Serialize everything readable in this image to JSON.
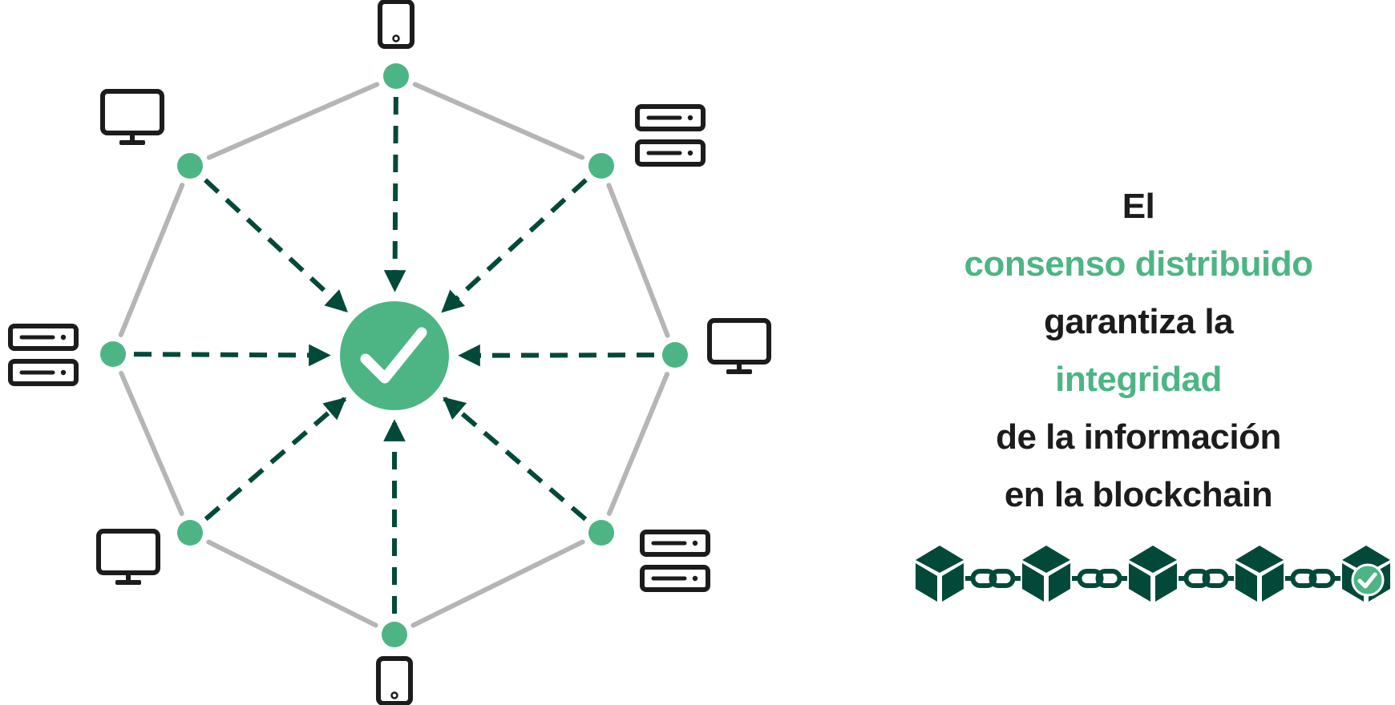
{
  "colors": {
    "green": "#4db584",
    "dark_green": "#03493a",
    "gray_edge": "#b5b5b5",
    "device": "#1c1c1c",
    "text_dark": "#1c1c1c"
  },
  "center": {
    "icon": "check-icon"
  },
  "nodes": [
    {
      "id": "top",
      "device": "phone"
    },
    {
      "id": "upper-right",
      "device": "server"
    },
    {
      "id": "right",
      "device": "monitor"
    },
    {
      "id": "lower-right",
      "device": "server"
    },
    {
      "id": "bottom",
      "device": "phone"
    },
    {
      "id": "lower-left",
      "device": "monitor"
    },
    {
      "id": "left",
      "device": "server"
    },
    {
      "id": "upper-left",
      "device": "monitor"
    }
  ],
  "caption": {
    "lines": [
      {
        "text": "El",
        "color": "#1c1c1c"
      },
      {
        "text": "consenso distribuido",
        "color": "#4db584"
      },
      {
        "text": "garantiza la",
        "color": "#1c1c1c"
      },
      {
        "text": "integridad",
        "color": "#4db584"
      },
      {
        "text": "de la información",
        "color": "#1c1c1c"
      },
      {
        "text": "en la blockchain",
        "color": "#1c1c1c"
      }
    ]
  },
  "blockchain": {
    "blocks": [
      {
        "verified": false
      },
      {
        "verified": false
      },
      {
        "verified": false
      },
      {
        "verified": false
      },
      {
        "verified": true
      }
    ]
  }
}
